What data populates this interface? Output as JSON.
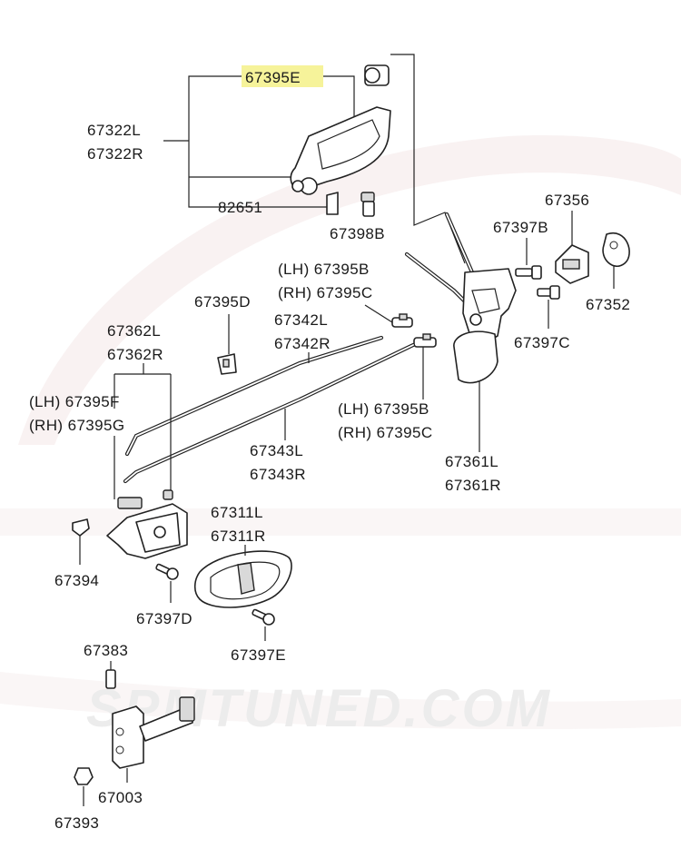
{
  "highlight_color": "#f6f39a",
  "watermark": "SPMTUNED.COM",
  "labels": {
    "p67395E": "67395E",
    "p67322L": "67322L",
    "p67322R": "67322R",
    "p82651": "82651",
    "p67398B": "67398B",
    "p67356": "67356",
    "p67397B": "67397B",
    "p67352": "67352",
    "p67395B_lh": "(LH) 67395B",
    "p67395C_rh": "(RH) 67395C",
    "p67395D": "67395D",
    "p67342L": "67342L",
    "p67342R": "67342R",
    "p67397C": "67397C",
    "p67362L": "67362L",
    "p67362R": "67362R",
    "p67395F_lh": "(LH) 67395F",
    "p67395G_rh": "(RH) 67395G",
    "p67395B_lh2": "(LH) 67395B",
    "p67395C_rh2": "(RH) 67395C",
    "p67343L": "67343L",
    "p67343R": "67343R",
    "p67361L": "67361L",
    "p67361R": "67361R",
    "p67311L": "67311L",
    "p67311R": "67311R",
    "p67394": "67394",
    "p67397D": "67397D",
    "p67397E": "67397E",
    "p67383": "67383",
    "p67003": "67003",
    "p67393": "67393"
  }
}
